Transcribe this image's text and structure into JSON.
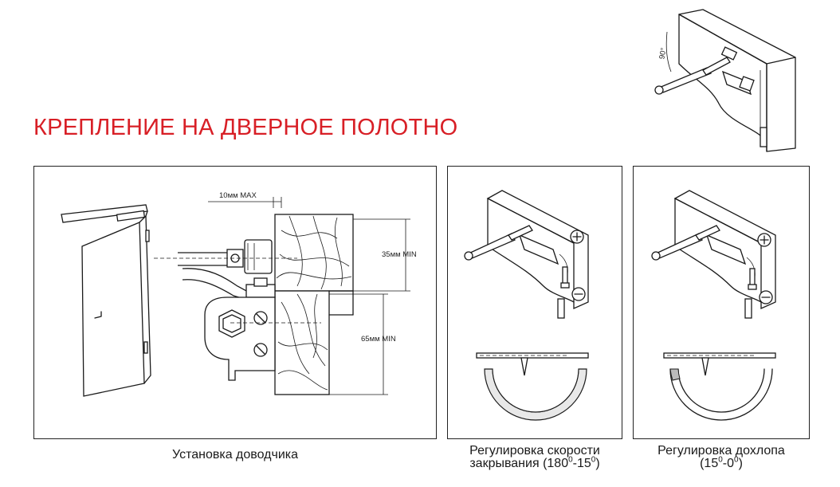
{
  "title": "КРЕПЛЕНИЕ НА ДВЕРНОЕ ПОЛОТНО",
  "colors": {
    "title": "#d81f26",
    "line": "#1a1a1a",
    "background": "#ffffff"
  },
  "top_illustration": {
    "angle_label": "90°"
  },
  "install_panel": {
    "dim_top_gap": "10мм MAX",
    "dim_upper": "35мм MIN",
    "dim_lower": "65мм MIN",
    "caption": "Установка доводчика"
  },
  "speed_panel": {
    "caption_line1": "Регулировка скорости",
    "caption_line2_text": "закрывания (180",
    "caption_line2_mid": "-15",
    "caption_line2_end": ")",
    "degree_mark": "0"
  },
  "latch_panel": {
    "caption_line1": "Регулировка дохлопа",
    "caption_line2_text": "(15",
    "caption_line2_mid": "-0",
    "caption_line2_end": ")",
    "degree_mark": "0"
  },
  "icons": [
    "plus-icon",
    "minus-icon",
    "screwdriver-icon",
    "hex-bolt-icon"
  ]
}
